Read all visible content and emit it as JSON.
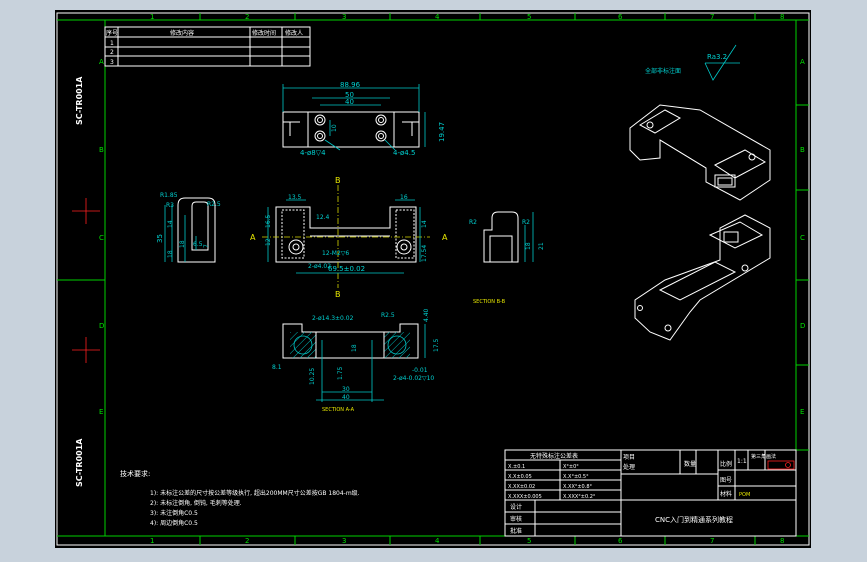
{
  "drawing_code": "SC-TR001A",
  "zone_numbers": [
    "1",
    "2",
    "3",
    "4",
    "5",
    "6",
    "7",
    "8"
  ],
  "zone_letters": [
    "A",
    "B",
    "C",
    "D",
    "E"
  ],
  "revision_table": {
    "headers": [
      "序号",
      "修改内容",
      "修改时间",
      "修改人"
    ],
    "rows": [
      "1",
      "2",
      "3"
    ]
  },
  "surface_note": {
    "text": "全部非标注面",
    "roughness": "Ra3.2"
  },
  "top_view": {
    "d1": "88.96",
    "d2": "50",
    "d3": "40",
    "d4": "10",
    "d5": "19.47",
    "hole1": "4-ø8▽4",
    "hole2": "4-ø4.5"
  },
  "front_view": {
    "d1": "13.5",
    "d2": "16",
    "d3": "12.4",
    "d4": "16.5",
    "d5": "12",
    "d6": "14",
    "d7": "17.54",
    "hole": "2-ø4.02",
    "d8": "69.5±0.02",
    "d9": "12-M2▽6",
    "section": "A",
    "section_b": "B"
  },
  "left_view": {
    "r1": "R1.85",
    "r2": "R2.5",
    "r3": "R3",
    "d1": "35",
    "d2": "14",
    "d3": "18",
    "d4": "18",
    "d5": "6.5",
    "d6": "7"
  },
  "right_view": {
    "r1": "R2",
    "r2": "R2",
    "d1": "18",
    "d2": "21"
  },
  "section_bb": "SECTION B-B",
  "section_aa": {
    "label": "SECTION A-A",
    "hole": "2-ø14.3±0.02",
    "r": "R2.5",
    "d1": "4.40",
    "d2": "17.5",
    "d3": "18",
    "d4": "8.1",
    "d5": "10.25",
    "d6": "1.75",
    "d7": "30",
    "d8": "40",
    "tol": "-0.01",
    "hole2": "2-ø4-0.02▽10"
  },
  "tech_requirements": {
    "title": "技术要求:",
    "items": [
      "1): 未标注公差的尺寸按公差等级执行, 超出200MM尺寸公差按GB 1804-m级.",
      "2): 未标注倒角, 倒钝, 毛刺等处理.",
      "3): 未注倒角C0.5",
      "4): 周边倒角C0.5"
    ]
  },
  "tolerance_table": {
    "title": "无特殊标注公差表",
    "rows": [
      [
        "X.±0.1",
        "X°±0°"
      ],
      [
        "X.X±0.05",
        "X.X°±0.5°"
      ],
      [
        "X.XX±0.02",
        "X.XX°±0.8°"
      ],
      [
        "X.XXX±0.005",
        "X.XXX°±0.2°"
      ]
    ]
  },
  "title_block": {
    "design": "设计",
    "check": "审核",
    "approve": "批准",
    "project": "项目",
    "process": "处理",
    "qty": "数量",
    "scale_label": "比例",
    "scale": "1:1",
    "material_label": "材料",
    "material": "POM",
    "drawing_no_label": "图号",
    "projection_label": "第三角画法",
    "doc_title": "CNC入门到精通系列教程"
  }
}
